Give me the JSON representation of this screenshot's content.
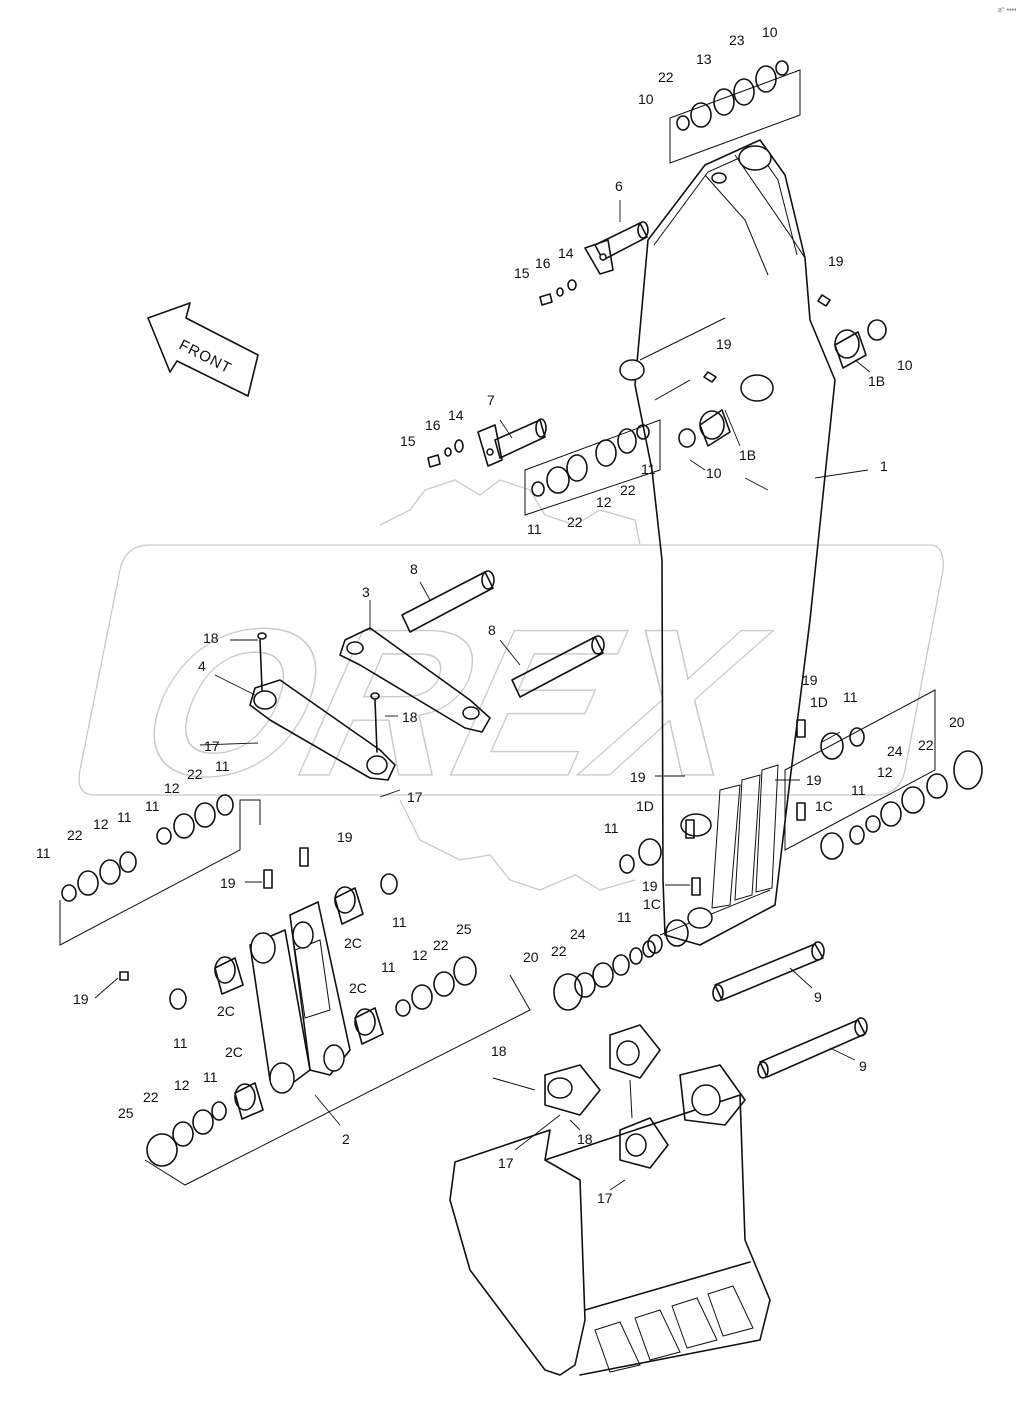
{
  "front_label": "FRONT",
  "watermark_text": "OREX",
  "corner_mark": "a° ••••",
  "callouts": [
    "1",
    "1B",
    "1B",
    "1C",
    "1C",
    "1D",
    "1D",
    "2",
    "2C",
    "2C",
    "2C",
    "2C",
    "3",
    "4",
    "6",
    "7",
    "8",
    "8",
    "9",
    "9",
    "10",
    "10",
    "10",
    "10",
    "10",
    "11",
    "11",
    "11",
    "11",
    "11",
    "11",
    "11",
    "11",
    "11",
    "11",
    "11",
    "11",
    "11",
    "11",
    "11",
    "12",
    "12",
    "12",
    "12",
    "12",
    "12",
    "12",
    "13",
    "14",
    "14",
    "15",
    "15",
    "16",
    "16",
    "17",
    "17",
    "17",
    "17",
    "18",
    "18",
    "18",
    "18",
    "19",
    "19",
    "19",
    "19",
    "19",
    "19",
    "19",
    "19",
    "19",
    "20",
    "20",
    "22",
    "22",
    "22",
    "22",
    "22",
    "22",
    "22",
    "22",
    "22",
    "23",
    "23",
    "24",
    "24",
    "25",
    "25"
  ],
  "colors": {
    "line": "#111111",
    "watermark": "#c9c9c9",
    "background": "#ffffff"
  }
}
